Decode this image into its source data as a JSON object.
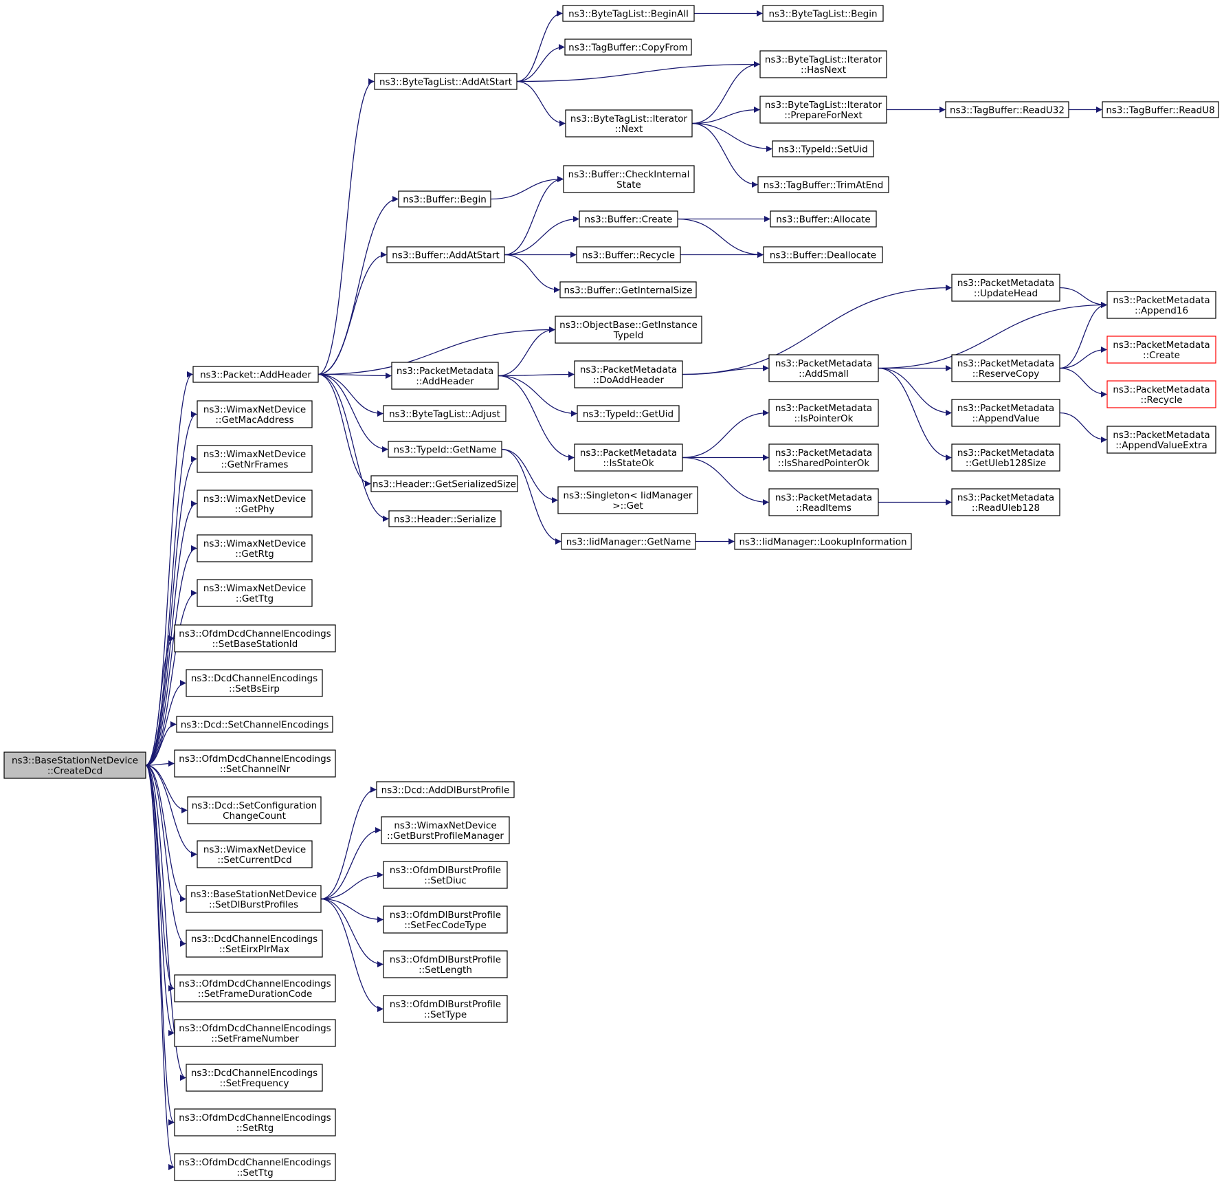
{
  "graph": {
    "root": "n0",
    "colors": {
      "edge": "#191970",
      "node_border": "#000000",
      "root_fill": "#bfbfbf",
      "truncated_border": "#ff0000",
      "background": "#ffffff"
    },
    "nodes": [
      {
        "id": "n0",
        "lines": [
          "ns3::BaseStationNetDevice",
          "::CreateDcd"
        ]
      },
      {
        "id": "n1",
        "lines": [
          "ns3::Packet::AddHeader"
        ]
      },
      {
        "id": "n2",
        "lines": [
          "ns3::ByteTagList::AddAtStart"
        ]
      },
      {
        "id": "n3",
        "lines": [
          "ns3::ByteTagList::BeginAll"
        ]
      },
      {
        "id": "n4",
        "lines": [
          "ns3::ByteTagList::Begin"
        ]
      },
      {
        "id": "n5",
        "lines": [
          "ns3::TagBuffer::CopyFrom"
        ]
      },
      {
        "id": "n6",
        "lines": [
          "ns3::ByteTagList::Iterator",
          "::HasNext"
        ]
      },
      {
        "id": "n7",
        "lines": [
          "ns3::ByteTagList::Iterator",
          "::Next"
        ]
      },
      {
        "id": "n8",
        "lines": [
          "ns3::ByteTagList::Iterator",
          "::PrepareForNext"
        ]
      },
      {
        "id": "n9",
        "lines": [
          "ns3::TagBuffer::ReadU32"
        ]
      },
      {
        "id": "n10",
        "lines": [
          "ns3::TagBuffer::ReadU8"
        ]
      },
      {
        "id": "n11",
        "lines": [
          "ns3::TypeId::SetUid"
        ]
      },
      {
        "id": "n12",
        "lines": [
          "ns3::TagBuffer::TrimAtEnd"
        ]
      },
      {
        "id": "n13",
        "lines": [
          "ns3::Buffer::Begin"
        ]
      },
      {
        "id": "n14",
        "lines": [
          "ns3::Buffer::CheckInternal",
          "State"
        ]
      },
      {
        "id": "n15",
        "lines": [
          "ns3::Buffer::AddAtStart"
        ]
      },
      {
        "id": "n16",
        "lines": [
          "ns3::Buffer::Create"
        ]
      },
      {
        "id": "n17",
        "lines": [
          "ns3::Buffer::Allocate"
        ]
      },
      {
        "id": "n18",
        "lines": [
          "ns3::Buffer::Recycle"
        ]
      },
      {
        "id": "n19",
        "lines": [
          "ns3::Buffer::Deallocate"
        ]
      },
      {
        "id": "n20",
        "lines": [
          "ns3::Buffer::GetInternalSize"
        ]
      },
      {
        "id": "n21",
        "lines": [
          "ns3::ObjectBase::GetInstance",
          "TypeId"
        ]
      },
      {
        "id": "n22",
        "lines": [
          "ns3::PacketMetadata",
          "::AddHeader"
        ]
      },
      {
        "id": "n23",
        "lines": [
          "ns3::PacketMetadata",
          "::DoAddHeader"
        ]
      },
      {
        "id": "n24",
        "lines": [
          "ns3::PacketMetadata",
          "::UpdateHead"
        ]
      },
      {
        "id": "n25",
        "lines": [
          "ns3::PacketMetadata",
          "::Append16"
        ]
      },
      {
        "id": "n26",
        "lines": [
          "ns3::PacketMetadata",
          "::AddSmall"
        ]
      },
      {
        "id": "n27",
        "lines": [
          "ns3::PacketMetadata",
          "::ReserveCopy"
        ]
      },
      {
        "id": "n28",
        "lines": [
          "ns3::PacketMetadata",
          "::Create"
        ],
        "truncated": true
      },
      {
        "id": "n29",
        "lines": [
          "ns3::PacketMetadata",
          "::Recycle"
        ],
        "truncated": true
      },
      {
        "id": "n30",
        "lines": [
          "ns3::PacketMetadata",
          "::AppendValue"
        ]
      },
      {
        "id": "n31",
        "lines": [
          "ns3::PacketMetadata",
          "::AppendValueExtra"
        ]
      },
      {
        "id": "n32",
        "lines": [
          "ns3::PacketMetadata",
          "::GetUleb128Size"
        ]
      },
      {
        "id": "n33",
        "lines": [
          "ns3::TypeId::GetUid"
        ]
      },
      {
        "id": "n34",
        "lines": [
          "ns3::PacketMetadata",
          "::IsStateOk"
        ]
      },
      {
        "id": "n35",
        "lines": [
          "ns3::PacketMetadata",
          "::IsPointerOk"
        ]
      },
      {
        "id": "n36",
        "lines": [
          "ns3::PacketMetadata",
          "::IsSharedPointerOk"
        ]
      },
      {
        "id": "n37",
        "lines": [
          "ns3::PacketMetadata",
          "::ReadItems"
        ]
      },
      {
        "id": "n38",
        "lines": [
          "ns3::PacketMetadata",
          "::ReadUleb128"
        ]
      },
      {
        "id": "n39",
        "lines": [
          "ns3::ByteTagList::Adjust"
        ]
      },
      {
        "id": "n40",
        "lines": [
          "ns3::TypeId::GetName"
        ]
      },
      {
        "id": "n41",
        "lines": [
          "ns3::Singleton< IidManager",
          ">::Get"
        ]
      },
      {
        "id": "n42",
        "lines": [
          "ns3::IidManager::GetName"
        ]
      },
      {
        "id": "n43",
        "lines": [
          "ns3::IidManager::LookupInformation"
        ]
      },
      {
        "id": "n44",
        "lines": [
          "ns3::Header::GetSerializedSize"
        ]
      },
      {
        "id": "n45",
        "lines": [
          "ns3::Header::Serialize"
        ]
      },
      {
        "id": "n46",
        "lines": [
          "ns3::WimaxNetDevice",
          "::GetMacAddress"
        ]
      },
      {
        "id": "n47",
        "lines": [
          "ns3::WimaxNetDevice",
          "::GetNrFrames"
        ]
      },
      {
        "id": "n48",
        "lines": [
          "ns3::WimaxNetDevice",
          "::GetPhy"
        ]
      },
      {
        "id": "n49",
        "lines": [
          "ns3::WimaxNetDevice",
          "::GetRtg"
        ]
      },
      {
        "id": "n50",
        "lines": [
          "ns3::WimaxNetDevice",
          "::GetTtg"
        ]
      },
      {
        "id": "n51",
        "lines": [
          "ns3::OfdmDcdChannelEncodings",
          "::SetBaseStationId"
        ]
      },
      {
        "id": "n52",
        "lines": [
          "ns3::DcdChannelEncodings",
          "::SetBsEirp"
        ]
      },
      {
        "id": "n53",
        "lines": [
          "ns3::Dcd::SetChannelEncodings"
        ]
      },
      {
        "id": "n54",
        "lines": [
          "ns3::OfdmDcdChannelEncodings",
          "::SetChannelNr"
        ]
      },
      {
        "id": "n55",
        "lines": [
          "ns3::Dcd::SetConfiguration",
          "ChangeCount"
        ]
      },
      {
        "id": "n56",
        "lines": [
          "ns3::WimaxNetDevice",
          "::SetCurrentDcd"
        ]
      },
      {
        "id": "n57",
        "lines": [
          "ns3::BaseStationNetDevice",
          "::SetDlBurstProfiles"
        ]
      },
      {
        "id": "n58",
        "lines": [
          "ns3::Dcd::AddDlBurstProfile"
        ]
      },
      {
        "id": "n59",
        "lines": [
          "ns3::WimaxNetDevice",
          "::GetBurstProfileManager"
        ]
      },
      {
        "id": "n60",
        "lines": [
          "ns3::OfdmDlBurstProfile",
          "::SetDiuc"
        ]
      },
      {
        "id": "n61",
        "lines": [
          "ns3::OfdmDlBurstProfile",
          "::SetFecCodeType"
        ]
      },
      {
        "id": "n62",
        "lines": [
          "ns3::OfdmDlBurstProfile",
          "::SetLength"
        ]
      },
      {
        "id": "n63",
        "lines": [
          "ns3::OfdmDlBurstProfile",
          "::SetType"
        ]
      },
      {
        "id": "n64",
        "lines": [
          "ns3::DcdChannelEncodings",
          "::SetEirxPIrMax"
        ]
      },
      {
        "id": "n65",
        "lines": [
          "ns3::OfdmDcdChannelEncodings",
          "::SetFrameDurationCode"
        ]
      },
      {
        "id": "n66",
        "lines": [
          "ns3::OfdmDcdChannelEncodings",
          "::SetFrameNumber"
        ]
      },
      {
        "id": "n67",
        "lines": [
          "ns3::DcdChannelEncodings",
          "::SetFrequency"
        ]
      },
      {
        "id": "n68",
        "lines": [
          "ns3::OfdmDcdChannelEncodings",
          "::SetRtg"
        ]
      },
      {
        "id": "n69",
        "lines": [
          "ns3::OfdmDcdChannelEncodings",
          "::SetTtg"
        ]
      }
    ],
    "edges": [
      [
        "n0",
        "n1"
      ],
      [
        "n0",
        "n46"
      ],
      [
        "n0",
        "n47"
      ],
      [
        "n0",
        "n48"
      ],
      [
        "n0",
        "n49"
      ],
      [
        "n0",
        "n50"
      ],
      [
        "n0",
        "n51"
      ],
      [
        "n0",
        "n52"
      ],
      [
        "n0",
        "n53"
      ],
      [
        "n0",
        "n54"
      ],
      [
        "n0",
        "n55"
      ],
      [
        "n0",
        "n56"
      ],
      [
        "n0",
        "n57"
      ],
      [
        "n0",
        "n64"
      ],
      [
        "n0",
        "n65"
      ],
      [
        "n0",
        "n66"
      ],
      [
        "n0",
        "n67"
      ],
      [
        "n0",
        "n68"
      ],
      [
        "n0",
        "n69"
      ],
      [
        "n1",
        "n2"
      ],
      [
        "n1",
        "n13"
      ],
      [
        "n1",
        "n15"
      ],
      [
        "n1",
        "n21"
      ],
      [
        "n1",
        "n22"
      ],
      [
        "n1",
        "n39"
      ],
      [
        "n1",
        "n40"
      ],
      [
        "n1",
        "n44"
      ],
      [
        "n1",
        "n45"
      ],
      [
        "n2",
        "n3"
      ],
      [
        "n2",
        "n5"
      ],
      [
        "n2",
        "n6"
      ],
      [
        "n2",
        "n7"
      ],
      [
        "n3",
        "n4"
      ],
      [
        "n7",
        "n6"
      ],
      [
        "n7",
        "n8"
      ],
      [
        "n7",
        "n11"
      ],
      [
        "n7",
        "n12"
      ],
      [
        "n8",
        "n9"
      ],
      [
        "n9",
        "n10"
      ],
      [
        "n13",
        "n14"
      ],
      [
        "n15",
        "n14"
      ],
      [
        "n15",
        "n16"
      ],
      [
        "n15",
        "n18"
      ],
      [
        "n15",
        "n20"
      ],
      [
        "n16",
        "n17"
      ],
      [
        "n16",
        "n19"
      ],
      [
        "n18",
        "n19"
      ],
      [
        "n22",
        "n21"
      ],
      [
        "n22",
        "n23"
      ],
      [
        "n22",
        "n33"
      ],
      [
        "n22",
        "n34"
      ],
      [
        "n23",
        "n24"
      ],
      [
        "n23",
        "n26"
      ],
      [
        "n24",
        "n25"
      ],
      [
        "n26",
        "n25"
      ],
      [
        "n26",
        "n27"
      ],
      [
        "n26",
        "n30"
      ],
      [
        "n26",
        "n32"
      ],
      [
        "n27",
        "n25"
      ],
      [
        "n27",
        "n28"
      ],
      [
        "n27",
        "n29"
      ],
      [
        "n30",
        "n31"
      ],
      [
        "n34",
        "n35"
      ],
      [
        "n34",
        "n36"
      ],
      [
        "n34",
        "n37"
      ],
      [
        "n37",
        "n38"
      ],
      [
        "n40",
        "n41"
      ],
      [
        "n40",
        "n42"
      ],
      [
        "n42",
        "n43"
      ],
      [
        "n57",
        "n58"
      ],
      [
        "n57",
        "n59"
      ],
      [
        "n57",
        "n60"
      ],
      [
        "n57",
        "n61"
      ],
      [
        "n57",
        "n62"
      ],
      [
        "n57",
        "n63"
      ]
    ]
  }
}
